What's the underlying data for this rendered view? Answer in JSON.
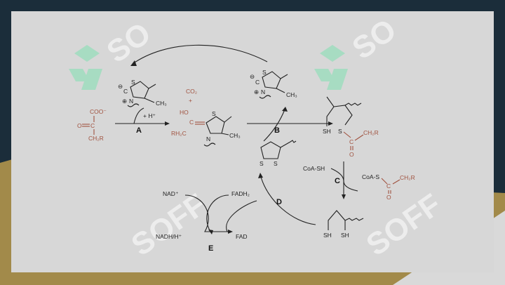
{
  "watermark": {
    "text_top": "SO",
    "text_bottom": "SOFF"
  },
  "colors": {
    "frame": "#1b2d3a",
    "panel": "#d7d7d7",
    "accent_gold": "#a28a4a",
    "reactant": "#a0523f",
    "ink": "#222222",
    "logo": "#7fe0b0"
  },
  "steps": {
    "a": "A",
    "b": "B",
    "c": "C",
    "d": "D",
    "e": "E"
  },
  "pyruvate": {
    "carboxylate": "COO⁻",
    "keto_o": "O",
    "keto_c": "C",
    "chain": "CH₂R"
  },
  "tpp_top": {
    "s": "S",
    "c": "C",
    "n": "N",
    "ch3": "CH₃",
    "charge_minus": "⊖",
    "charge_plus": "⊕"
  },
  "tpp_right": {
    "s": "S",
    "c": "C",
    "n": "N",
    "ch3": "CH₃",
    "charge_minus": "⊖",
    "charge_plus": "⊕"
  },
  "adduct": {
    "co2": "CO₂",
    "plus": "+",
    "ho": "HO",
    "c": "C",
    "chain": "RH₂C",
    "s": "S",
    "n": "N",
    "ch3": "CH₃"
  },
  "step_a": {
    "proton": "+ H⁺"
  },
  "lipoamide": {
    "s1": "S",
    "s2": "S"
  },
  "acyl_lipoamide": {
    "sh": "SH",
    "s": "S",
    "c": "C",
    "o": "O",
    "chain": "CH₂R"
  },
  "coa": {
    "coash": "CoA-SH",
    "product_prefix": "CoA-S",
    "c": "C",
    "o": "O",
    "chain": "CH₂R"
  },
  "dihydrolipoamide": {
    "sh1": "SH",
    "sh2": "SH"
  },
  "redox": {
    "nad": "NAD⁺",
    "nadh": "NADH/H⁺",
    "fadh2": "FADH₂",
    "fad": "FAD"
  }
}
